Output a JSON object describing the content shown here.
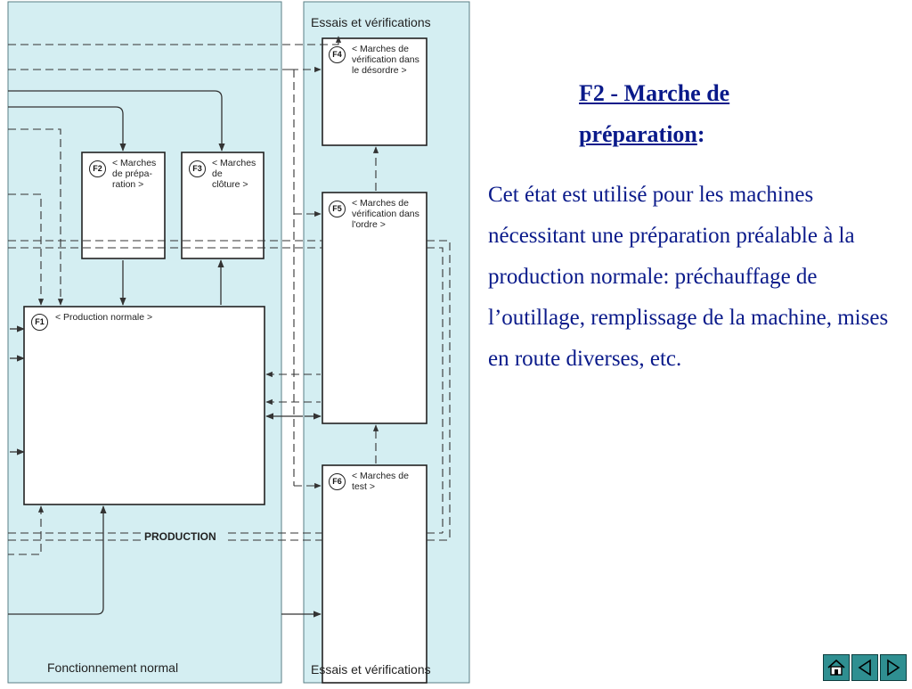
{
  "zones": {
    "normal_title": "Fonctionnement normal",
    "essais_title_top": "Essais et vérifications",
    "essais_title_bottom": "Essais et vérifications",
    "production_label": "PRODUCTION"
  },
  "boxes": {
    "f1": {
      "badge": "F1",
      "title": "< Production normale >"
    },
    "f2": {
      "badge": "F2",
      "title_lines": [
        "< Marches",
        "de prépa-",
        "ration >"
      ]
    },
    "f3": {
      "badge": "F3",
      "title_lines": [
        "< Marches",
        "de",
        "clôture >"
      ]
    },
    "f4": {
      "badge": "F4",
      "title_lines": [
        "< Marches de",
        "vérification dans",
        "le désordre >"
      ]
    },
    "f5": {
      "badge": "F5",
      "title_lines": [
        "< Marches de",
        "vérification dans",
        "l'ordre >"
      ]
    },
    "f6": {
      "badge": "F6",
      "title_lines": [
        "< Marches de",
        "test >"
      ]
    }
  },
  "text": {
    "heading_main": "F2 - Marche de préparation",
    "heading_suffix": ":",
    "body": "Cet état est utilisé pour les machines nécessitant une préparation préalable à la production normale: préchauffage de l’outillage, remplissage de la machine, mises en route diverses, etc."
  },
  "nav": {
    "icons": [
      "home-icon",
      "previous-icon",
      "next-icon"
    ]
  },
  "colors": {
    "zone_fill": "#d4eef2",
    "zone_border": "#5a7f86",
    "line": "#333333",
    "text_blue": "#0a1a8a",
    "nav_button": "#2f8f91"
  }
}
